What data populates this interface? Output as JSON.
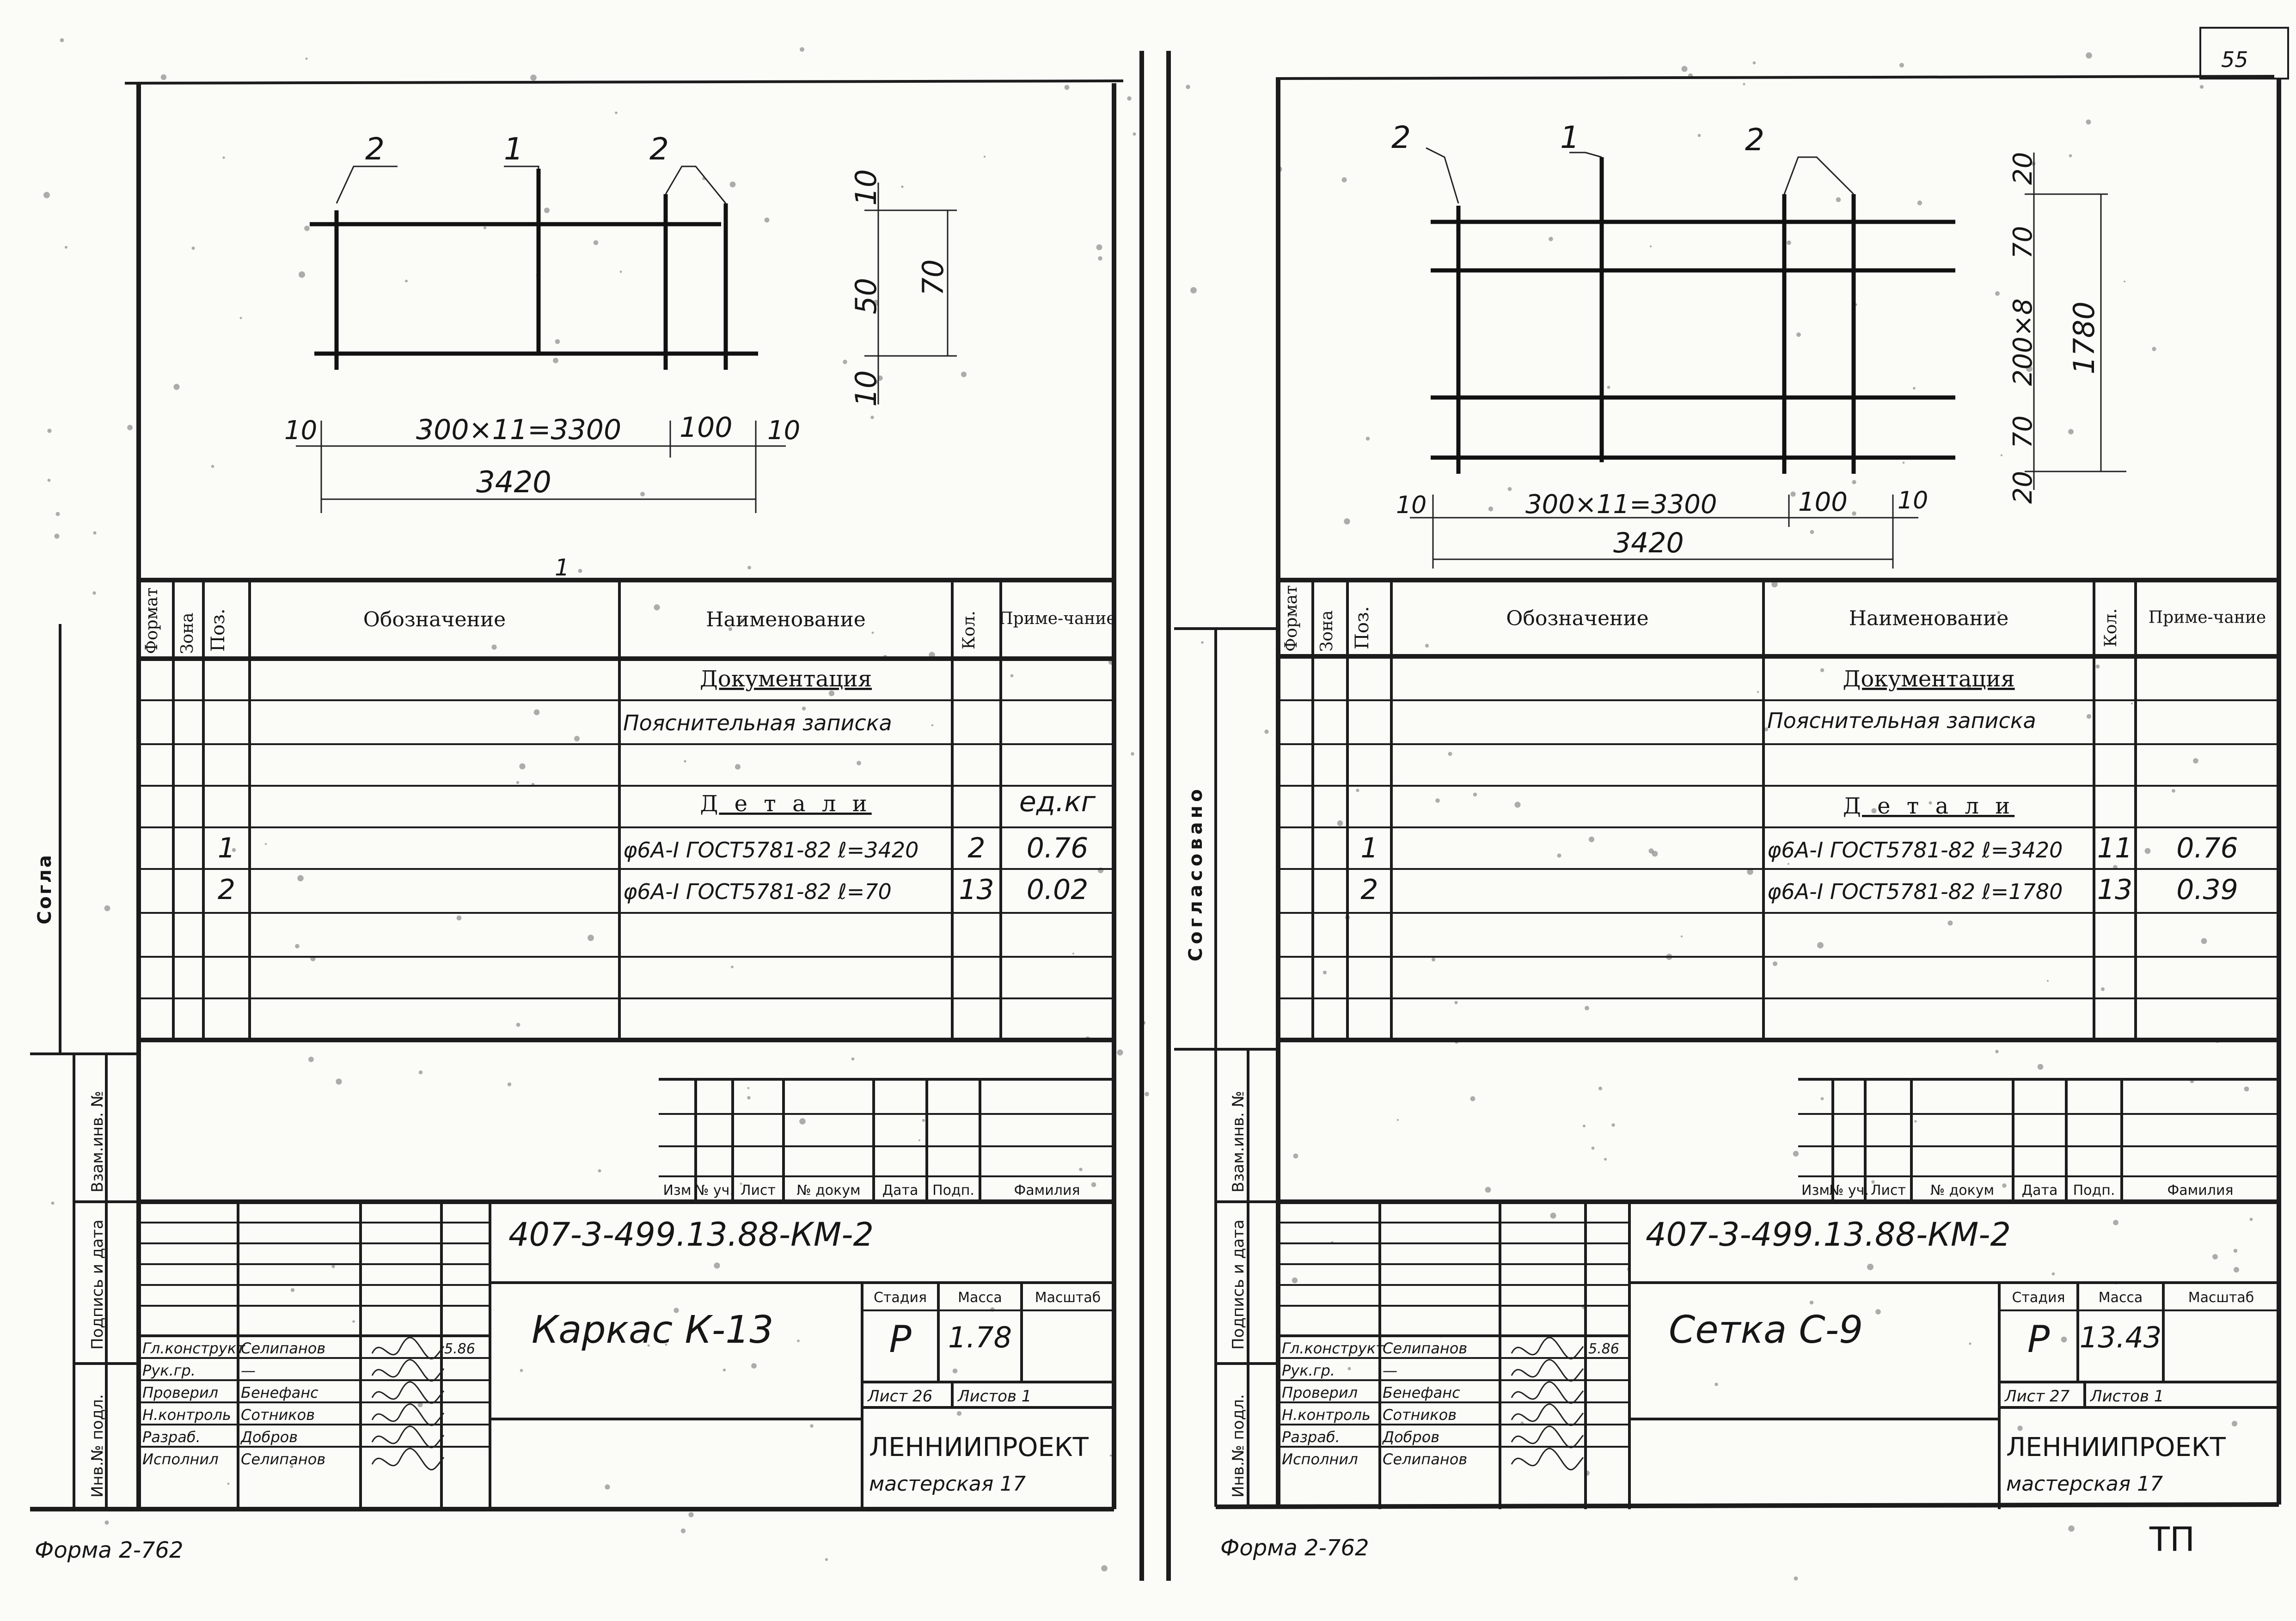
{
  "corner_mark": "55",
  "left_sheet": {
    "side_stamp": "Согла",
    "marks": [
      "2",
      "1",
      "2"
    ],
    "dims": {
      "h_top": "10",
      "h_mid": "50",
      "h_bot": "10",
      "h_total": "70",
      "w_left": "10",
      "w_main": "300×11=3300",
      "w_right_a": "100",
      "w_right_b": "10",
      "w_total": "3420"
    },
    "stray_mark": "1",
    "spec_headers": {
      "format": "Формат",
      "zone": "Зона",
      "pos": "Поз.",
      "designation": "Обозначение",
      "name": "Наименование",
      "qty": "Кол.",
      "note": "Приме-чание"
    },
    "rows": [
      {
        "pos": "",
        "name": "Документация",
        "qty": "",
        "note": ""
      },
      {
        "pos": "",
        "name": "Пояснительная записка",
        "qty": "",
        "note": ""
      },
      {
        "pos": "",
        "name": "Д е т а л и",
        "qty": "",
        "note": "ед.кг"
      },
      {
        "pos": "1",
        "name": "φ6А-I ГОСТ5781-82 ℓ=3420",
        "qty": "2",
        "note": "0.76"
      },
      {
        "pos": "2",
        "name": "φ6А-I ГОСТ5781-82 ℓ=70",
        "qty": "13",
        "note": "0.02"
      }
    ],
    "vz_inv": "Взам.инв. №",
    "sign_date": "Подпись и дата",
    "inv_podl": "Инв.№ подл.",
    "rev_headers": [
      "Изм",
      "№ уч.",
      "Лист",
      "№ докум",
      "Дата",
      "Подп.",
      "Фамилия"
    ],
    "doc_code": "407-3-499.13.88-КМ-2",
    "title": "Каркас К-13",
    "stage_label": "Стадия",
    "mass_label": "Масса",
    "scale_label": "Масштаб",
    "stage": "Р",
    "mass": "1.78",
    "sheet": "Лист 26",
    "sheets": "Листов 1",
    "org": "ЛЕННИИПРОЕКТ",
    "org_sub": "мастерская 17",
    "roles": [
      "Гл.конструкт",
      "Рук.гр.",
      "Проверил",
      "Н.контроль",
      "Разраб.",
      "Исполнил"
    ],
    "names": [
      "Селипанов",
      "—",
      "Бенефанс",
      "Сотников",
      "Добров",
      "Селипанов"
    ],
    "date0": "5.86",
    "form": "Форма 2-762"
  },
  "right_sheet": {
    "side_stamp": "Согласовано",
    "marks": [
      "2",
      "1",
      "2"
    ],
    "dims": {
      "h_top": "20",
      "h_a": "70",
      "h_mid": "200×8",
      "h_b": "70",
      "h_bot": "20",
      "h_total": "1780",
      "w_left": "10",
      "w_main": "300×11=3300",
      "w_right_a": "100",
      "w_right_b": "10",
      "w_total": "3420"
    },
    "spec_headers": {
      "format": "Формат",
      "zone": "Зона",
      "pos": "Поз.",
      "designation": "Обозначение",
      "name": "Наименование",
      "qty": "Кол.",
      "note": "Приме-чание"
    },
    "rows": [
      {
        "pos": "",
        "name": "Документация",
        "qty": "",
        "note": ""
      },
      {
        "pos": "",
        "name": "Пояснительная записка",
        "qty": "",
        "note": ""
      },
      {
        "pos": "",
        "name": "Д е т а л и",
        "qty": "",
        "note": ""
      },
      {
        "pos": "1",
        "name": "φ6А-I ГОСТ5781-82 ℓ=3420",
        "qty": "11",
        "note": "0.76"
      },
      {
        "pos": "2",
        "name": "φ6А-I ГОСТ5781-82 ℓ=1780",
        "qty": "13",
        "note": "0.39"
      }
    ],
    "vz_inv": "Взам.инв. №",
    "sign_date": "Подпись и дата",
    "inv_podl": "Инв.№ подл.",
    "rev_headers": [
      "Изм",
      "№ уч.",
      "Лист",
      "№ докум",
      "Дата",
      "Подп.",
      "Фамилия"
    ],
    "doc_code": "407-3-499.13.88-КМ-2",
    "title": "Сетка С-9",
    "stage_label": "Стадия",
    "mass_label": "Масса",
    "scale_label": "Масштаб",
    "stage": "Р",
    "mass": "13.43",
    "sheet": "Лист 27",
    "sheets": "Листов 1",
    "org": "ЛЕННИИПРОЕКТ",
    "org_sub": "мастерская 17",
    "roles": [
      "Гл.конструкт",
      "Рук.гр.",
      "Проверил",
      "Н.контроль",
      "Разраб.",
      "Исполнил"
    ],
    "names": [
      "Селипанов",
      "—",
      "Бенефанс",
      "Сотников",
      "Добров",
      "Селипанов"
    ],
    "date0": "5.86",
    "form": "Форма 2-762",
    "corner_stamp": "ТП"
  }
}
